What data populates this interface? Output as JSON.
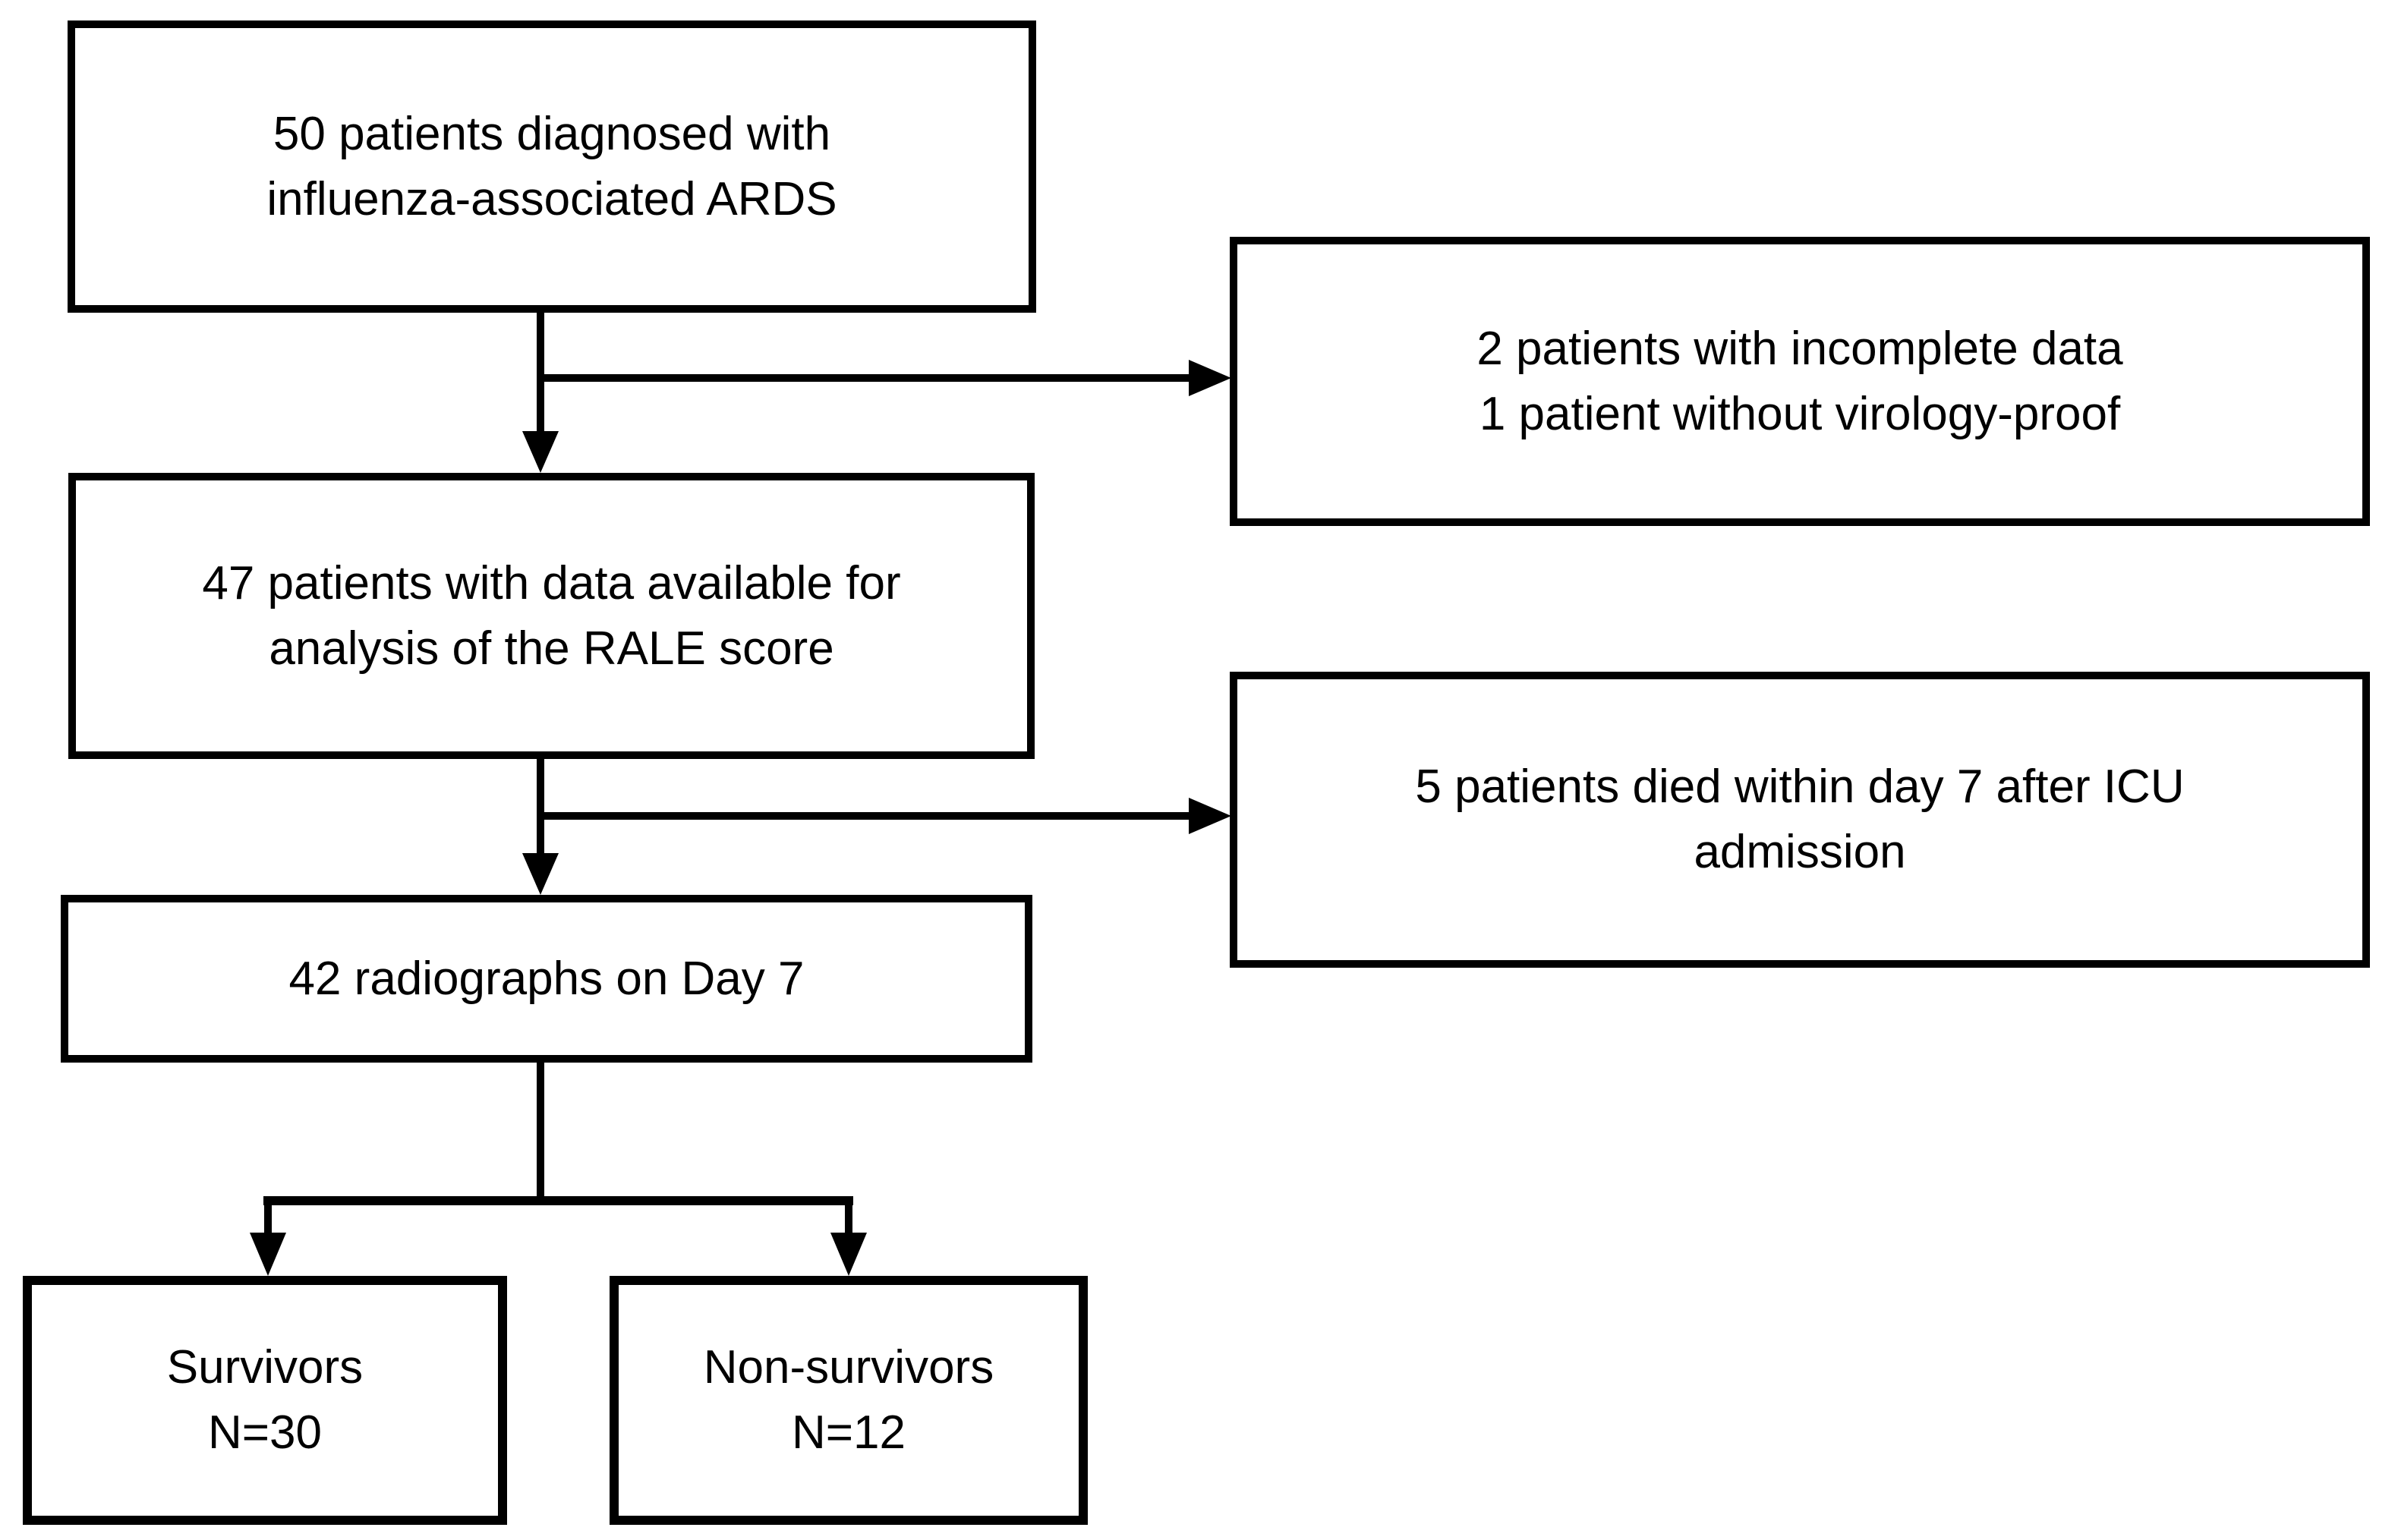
{
  "diagram": {
    "background_color": "#ffffff",
    "line_color": "#000000",
    "boxes": {
      "diagnosed": {
        "line1": "50 patients diagnosed with",
        "line2": "influenza-associated ARDS"
      },
      "excluded": {
        "line1": "2 patients with incomplete data",
        "line2": "1 patient without virology-proof"
      },
      "rale": {
        "line1": "47 patients with data available for",
        "line2": "analysis of the RALE score"
      },
      "died": {
        "line1": "5 patients died within day 7 after ICU",
        "line2": "admission"
      },
      "radiographs": {
        "line1": "42 radiographs on Day 7"
      },
      "survivors": {
        "line1": "Survivors",
        "line2": "N=30"
      },
      "nonsurvivors": {
        "line1": "Non-survivors",
        "line2": "N=12"
      }
    }
  }
}
